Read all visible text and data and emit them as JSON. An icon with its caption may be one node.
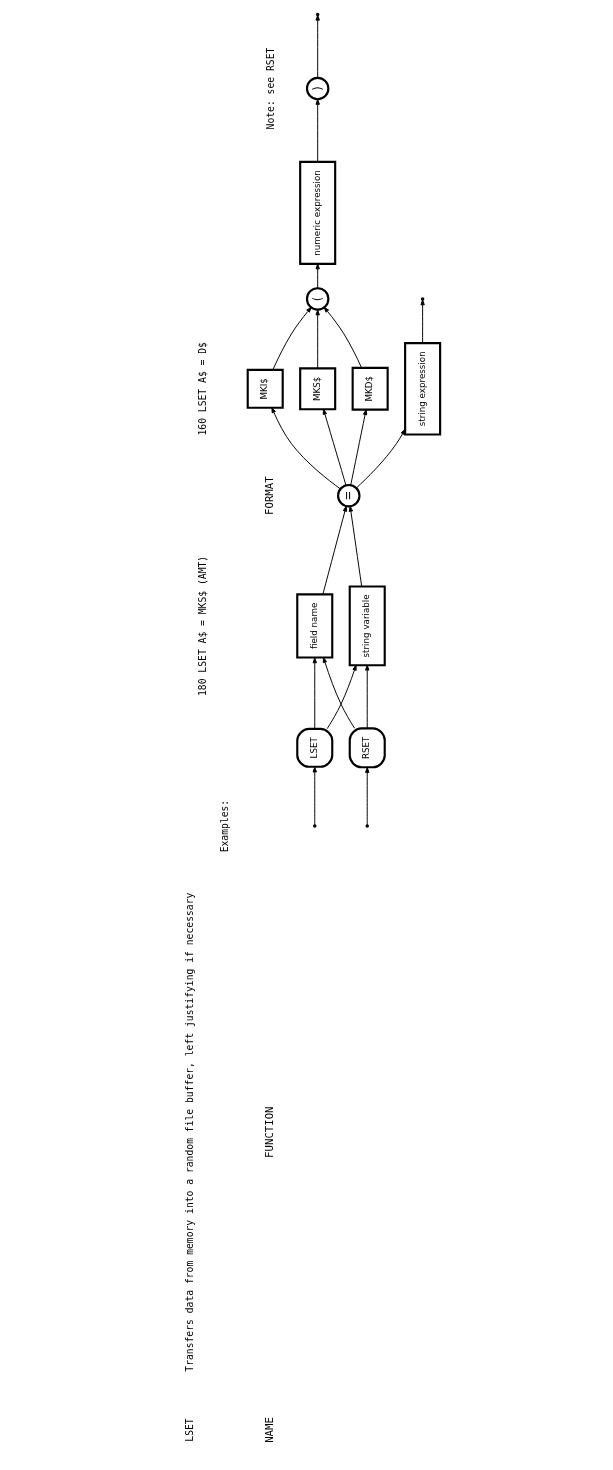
{
  "diagram": {
    "nodes": [
      {
        "text": [
          "LSET"
        ]
      },
      {
        "text": [
          "RSET"
        ]
      },
      {
        "text": [
          "field name"
        ]
      },
      {
        "text": [
          "string variable"
        ]
      },
      {
        "text": [
          "="
        ]
      },
      {
        "text": [
          "MKI$"
        ]
      },
      {
        "text": [
          "MKS$"
        ]
      },
      {
        "text": [
          "MKD$"
        ]
      },
      {
        "text": [
          "string expression"
        ]
      },
      {
        "text": [
          "("
        ]
      },
      {
        "text": [
          "numeric expression"
        ]
      },
      {
        "text": [
          ")"
        ]
      }
    ],
    "edges": [
      {
        "from": null,
        "to": 0,
        "arrow": "to"
      },
      {
        "from": null,
        "to": 1,
        "arrow": "to"
      },
      {
        "from": 0,
        "to": 2,
        "arrow": "to"
      },
      {
        "from": 0,
        "to": 3,
        "arrow": "to"
      },
      {
        "from": 1,
        "to": 2,
        "arrow": "to"
      },
      {
        "from": 1,
        "to": 3,
        "arrow": "to"
      },
      {
        "from": 2,
        "to": 4,
        "arrow": "to"
      },
      {
        "from": 3,
        "to": 4,
        "arrow": "to"
      },
      {
        "from": 4,
        "to": 8,
        "arrow": "to"
      },
      {
        "from": 4,
        "to": 5,
        "arrow": "to"
      },
      {
        "from": 4,
        "to": 6,
        "arrow": "to"
      },
      {
        "from": 4,
        "to": 7,
        "arrow": "to"
      },
      {
        "from": 5,
        "to": 9,
        "arrow": "to"
      },
      {
        "from": 6,
        "to": 9,
        "arrow": "to"
      },
      {
        "from": 7,
        "to": 9,
        "arrow": "to"
      },
      {
        "from": 9,
        "to": 10,
        "arrow": "to"
      },
      {
        "from": 10,
        "to": 11,
        "arrow": "to"
      },
      {
        "from": 8,
        "to": null,
        "arrow": "to"
      },
      {
        "from": 11,
        "to": null,
        "arrow": "to"
      }
    ],
    "labels": [
      "NAME",
      "FUNCTION",
      "FORMAT",
      "LSET",
      "Transfers data from memory into a random file buffer, left justifying if necessary",
      "Examples:",
      "180 LSET A$ = MKS$ (AMT)",
      "160 LSET A$ = D$",
      "Note: see RSET"
    ]
  }
}
